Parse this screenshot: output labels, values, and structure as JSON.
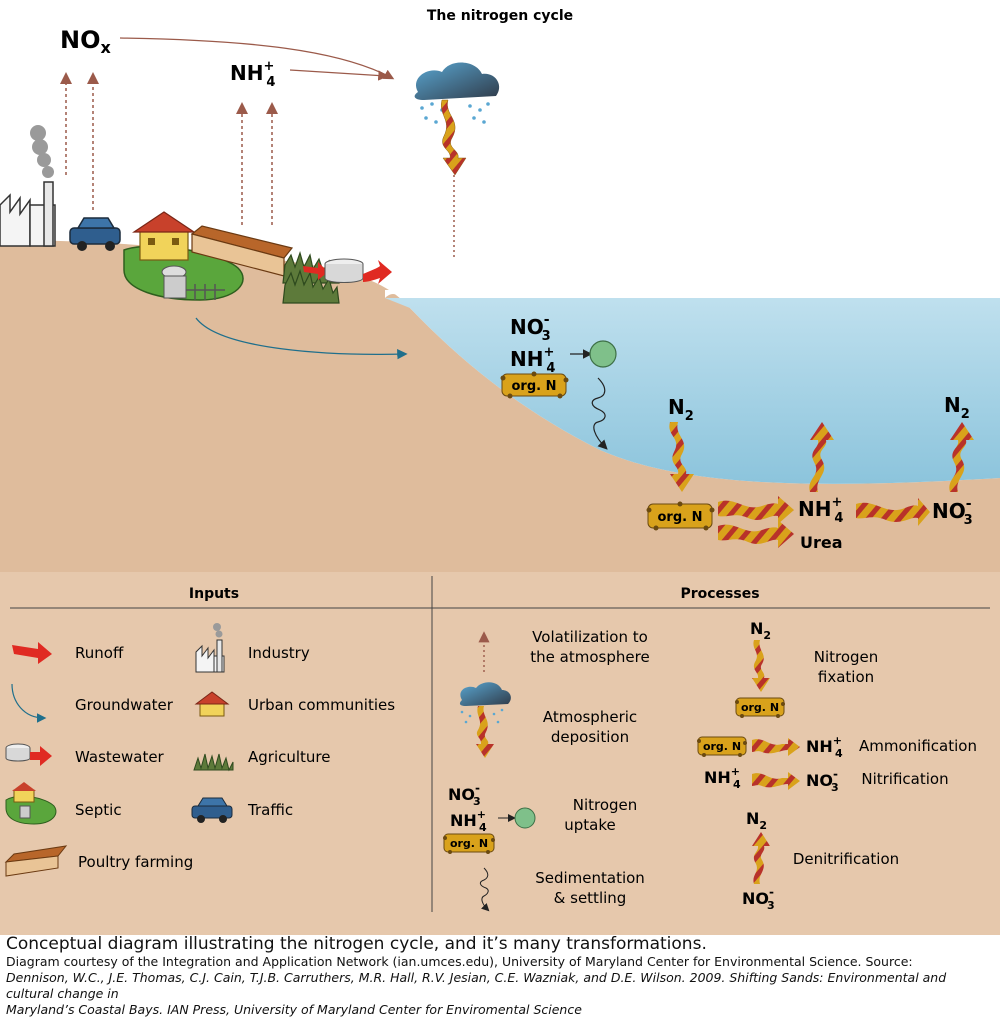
{
  "title": "The nitrogen cycle",
  "scene": {
    "nox": {
      "main": "NO",
      "sub": "x"
    },
    "nh4_air": {
      "main": "NH",
      "sup": "+",
      "sub": "4"
    },
    "water_no3": {
      "main": "NO",
      "sup": "-",
      "sub": "3"
    },
    "water_nh4": {
      "main": "NH",
      "sup": "+",
      "sub": "4"
    },
    "org_n": "org. N",
    "n2_left": {
      "main": "N",
      "sub": "2"
    },
    "n2_right": {
      "main": "N",
      "sub": "2"
    },
    "nh4_bottom": {
      "main": "NH",
      "sup": "+",
      "sub": "4"
    },
    "no3_bottom": {
      "main": "NO",
      "sup": "-",
      "sub": "3"
    },
    "urea": "Urea"
  },
  "legend": {
    "inputs_title": "Inputs",
    "processes_title": "Processes",
    "inputs": [
      {
        "label": "Runoff",
        "icon": "runoff-icon"
      },
      {
        "label": "Groundwater",
        "icon": "groundwater-icon"
      },
      {
        "label": "Wastewater",
        "icon": "wastewater-icon"
      },
      {
        "label": "Septic",
        "icon": "septic-icon"
      },
      {
        "label": "Poultry farming",
        "icon": "poultry-farm-icon"
      },
      {
        "label": "Industry",
        "icon": "factory-icon"
      },
      {
        "label": "Urban communities",
        "icon": "house-icon"
      },
      {
        "label": "Agriculture",
        "icon": "crops-icon"
      },
      {
        "label": "Traffic",
        "icon": "car-icon"
      }
    ],
    "processes": {
      "volatilization": [
        "Volatilization to",
        "the atmosphere"
      ],
      "deposition": [
        "Atmospheric",
        "deposition"
      ],
      "uptake": [
        "Nitrogen",
        "uptake"
      ],
      "sedimentation": [
        "Sedimentation",
        "& settling"
      ],
      "fixation": [
        "Nitrogen",
        "fixation"
      ],
      "ammonification": "Ammonification",
      "nitrification": "Nitrification",
      "denitrification": "Denitrification",
      "n2": {
        "main": "N",
        "sub": "2"
      },
      "no3": {
        "main": "NO",
        "sup": "-",
        "sub": "3"
      },
      "nh4": {
        "main": "NH",
        "sup": "+",
        "sub": "4"
      },
      "org_n": "org. N"
    }
  },
  "caption": {
    "main": "Conceptual diagram illustrating the nitrogen cycle, and it’s many transformations.",
    "source": "Diagram courtesy of the Integration and Application Network (ian.umces.edu), University of Maryland Center for Environmental Science. Source:",
    "reference_1": "Dennison, W.C., J.E. Thomas, C.J. Cain, T.J.B. Carruthers,  M.R. Hall, R.V. Jesian, C.E. Wazniak, and D.E. Wilson. 2009. Shifting Sands: Environmental and cultural change in",
    "reference_2": " Maryland’s Coastal Bays. IAN Press, University of Maryland Center for Enviromental Science"
  },
  "colors": {
    "ground": "#dfbc9c",
    "water": "#a9d4e6",
    "legend_bg": "#e6c8ac",
    "arrow_gold": "#d9a21b",
    "arrow_red": "#b8322a",
    "runoff_red": "#e02a22",
    "groundwater_line": "#1f6f8c",
    "volatilization": "#9b5a4a",
    "cloud": "#5a9ec4"
  }
}
